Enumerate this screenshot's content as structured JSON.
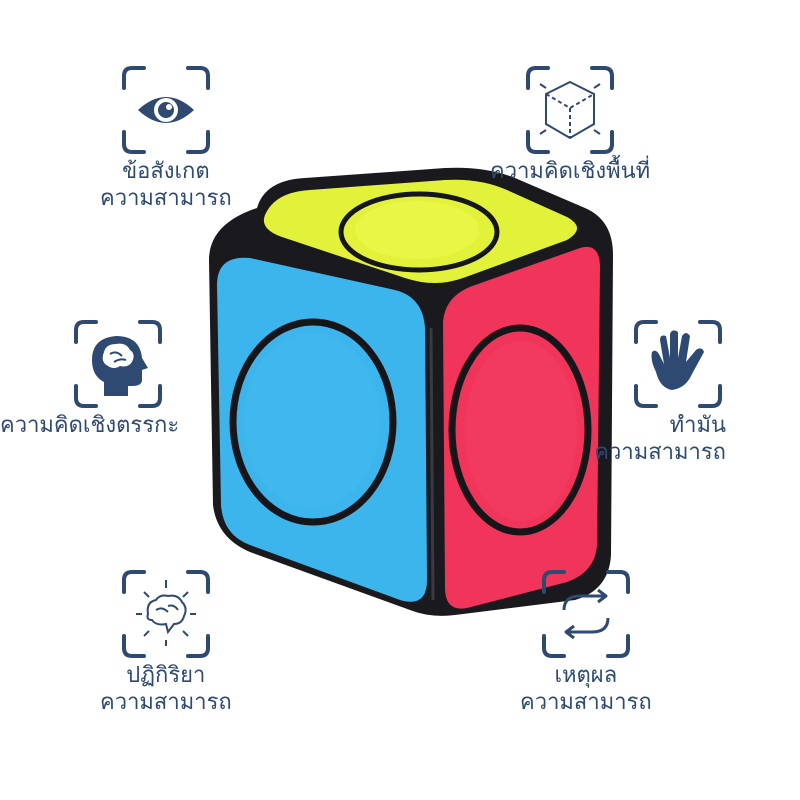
{
  "features": {
    "observation": {
      "icon": "eye-icon",
      "line1": "ข้อสังเกต",
      "line2": "ความสามารถ"
    },
    "spatial": {
      "icon": "3d-cube-icon",
      "line1": "ความคิดเชิงพื้นที่"
    },
    "logical": {
      "icon": "head-brain-icon",
      "line1": "ความคิดเชิงตรรกะ"
    },
    "hands": {
      "icon": "hand-icon",
      "line1": "ทำมัน",
      "line2": "ความสามารถ"
    },
    "reaction": {
      "icon": "brain-spark-icon",
      "line1": "ปฏิกิริยา",
      "line2": "ความสามารถ"
    },
    "cause": {
      "icon": "refresh-arrows-icon",
      "line1": "เหตุผล",
      "line2": "ความสามารถ"
    }
  },
  "colors": {
    "text": "#2e4a73",
    "cube_body": "#1a1a1f",
    "face_top": "#e2f23a",
    "face_left": "#3cb5ec",
    "face_right": "#f0345a"
  }
}
